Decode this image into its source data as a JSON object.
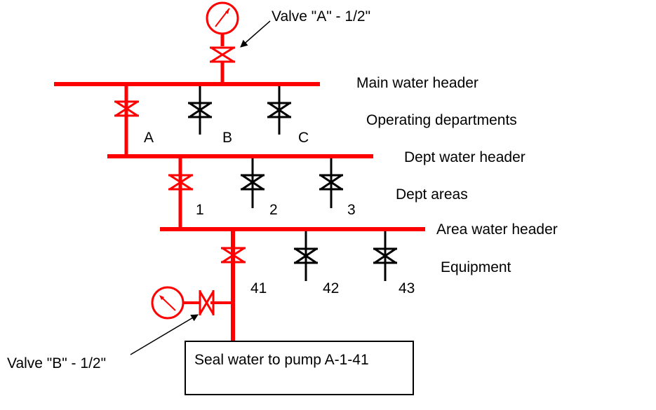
{
  "colors": {
    "isolation_path": "#ff0000",
    "branch_valves": "#000000",
    "background": "#ffffff"
  },
  "icons": {
    "gauge": "pressure-gauge-icon",
    "valve": "gate-valve-icon",
    "arrow": "pointer-arrow-icon"
  },
  "callouts": {
    "valve_a": "Valve \"A\" - 1/2\"",
    "valve_b": "Valve \"B\" - 1/2\""
  },
  "levels": {
    "main_header": "Main water header",
    "operating_departments": "Operating departments",
    "dept_header": "Dept water header",
    "dept_areas": "Dept areas",
    "area_header": "Area water header",
    "equipment": "Equipment"
  },
  "branches": {
    "departments": [
      "A",
      "B",
      "C"
    ],
    "areas": [
      "1",
      "2",
      "3"
    ],
    "equipment": [
      "41",
      "42",
      "43"
    ]
  },
  "destination": {
    "label": "Seal water to pump A-1-41"
  }
}
